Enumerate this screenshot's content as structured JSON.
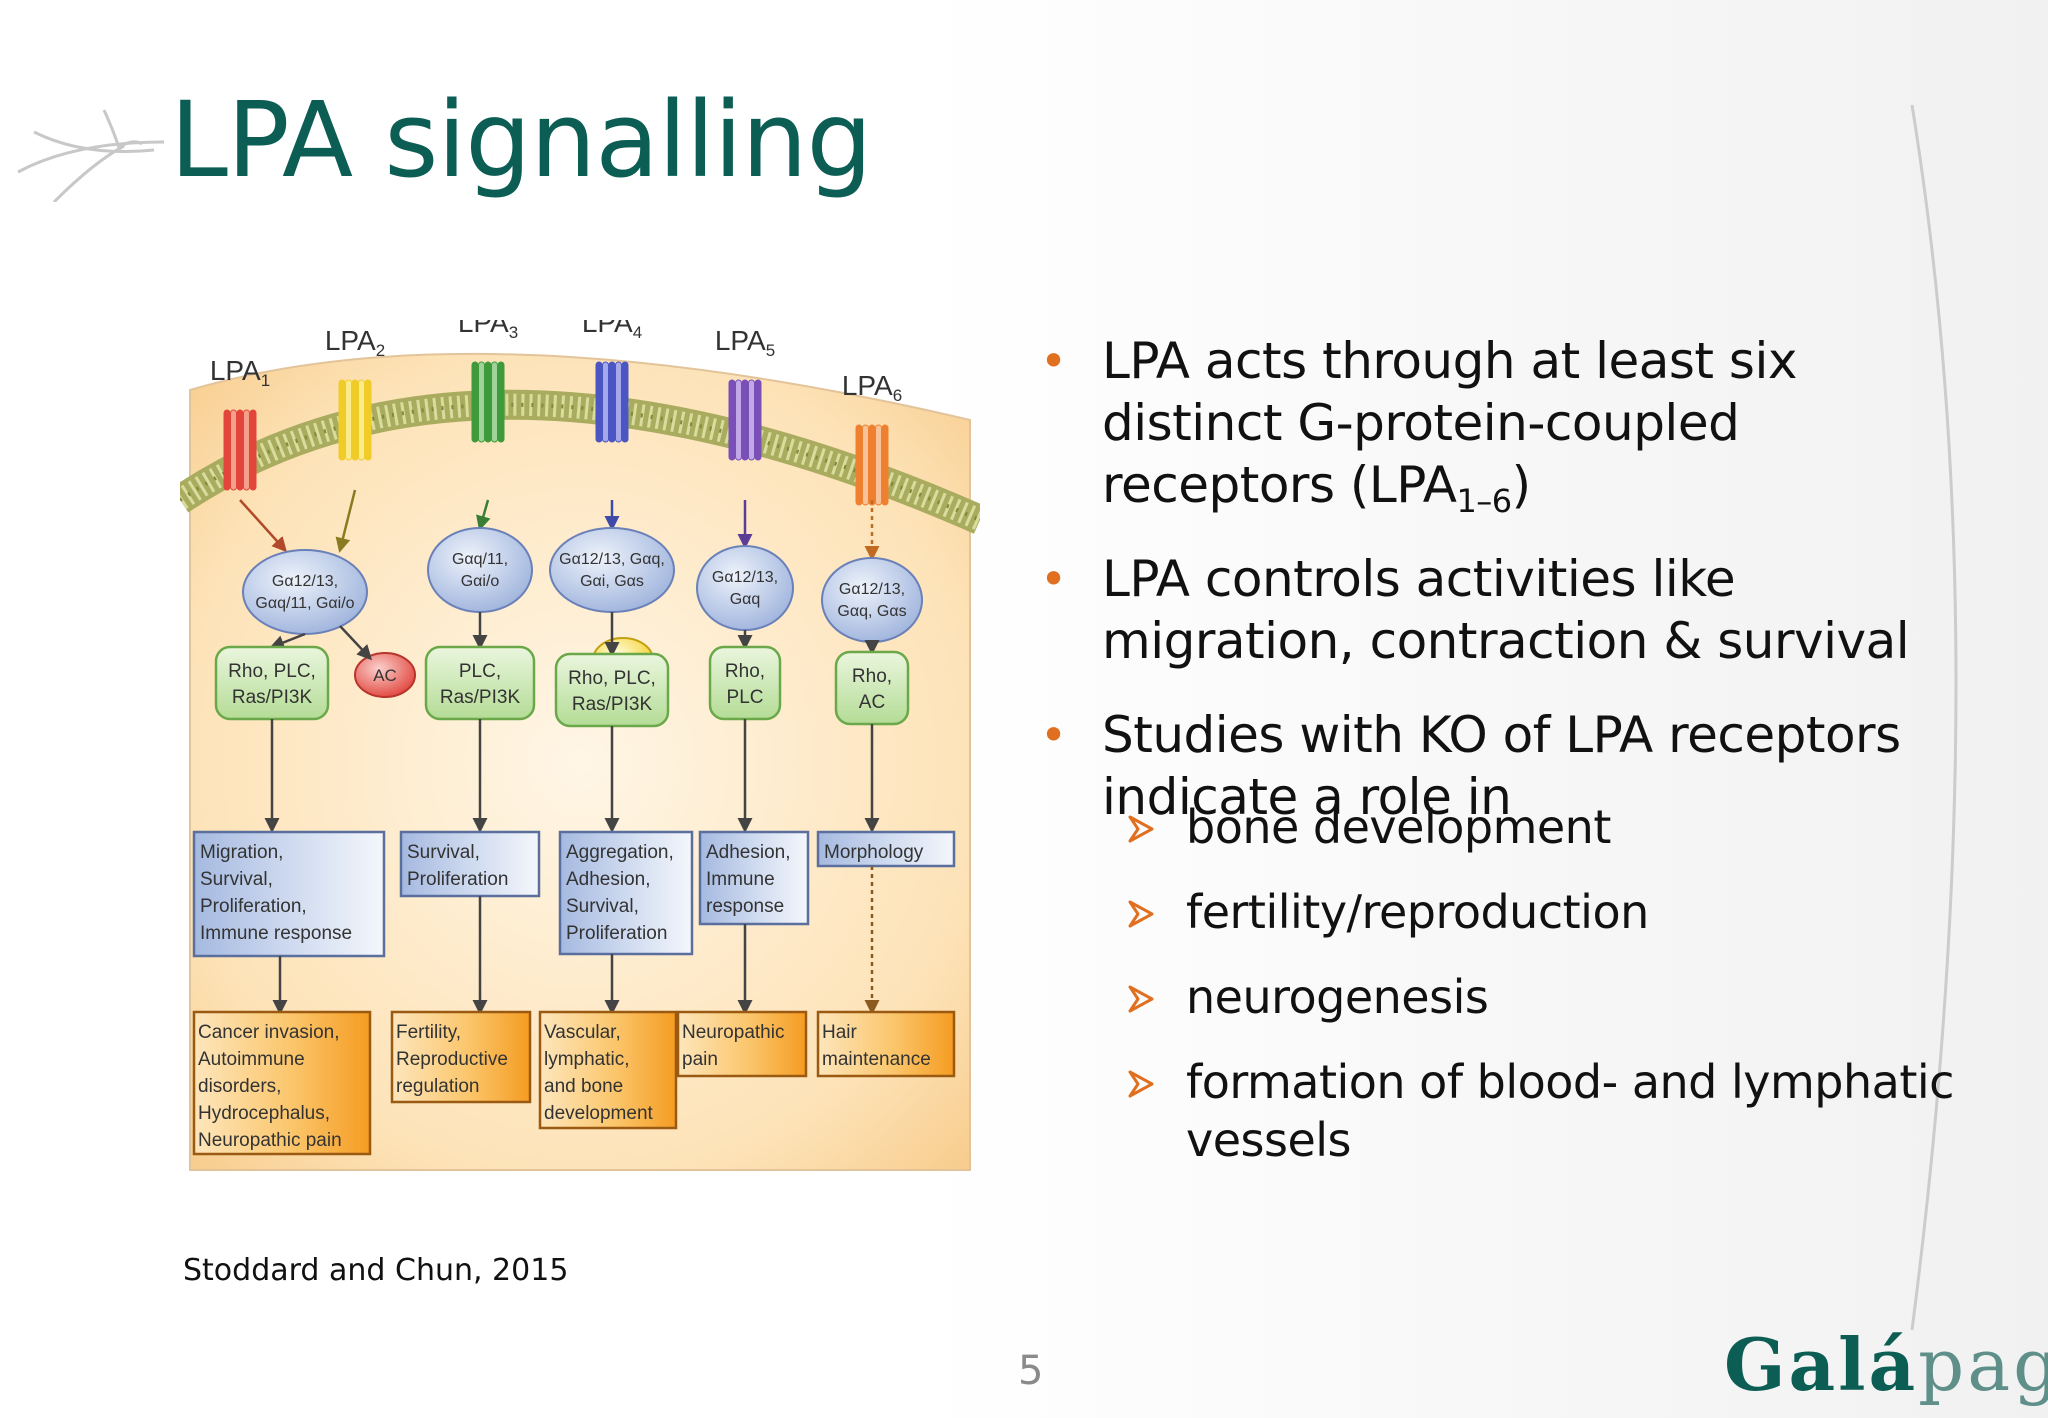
{
  "title": "LPA signalling",
  "bullets": [
    {
      "pre": "LPA acts through at least six distinct G-protein-coupled receptors (LPA",
      "sub": "1–6",
      "post": ")"
    },
    {
      "text": "LPA controls activities like migration, contraction & survival"
    },
    {
      "text": "Studies with KO of LPA receptors indicate a role in"
    }
  ],
  "subitems": [
    "bone development",
    "fertility/reproduction",
    "neurogenesis",
    "formation of blood- and lymphatic vessels"
  ],
  "citation": "Stoddard and Chun, 2015",
  "page_number": "5",
  "logo": {
    "part1": "Gal",
    "part2": "á",
    "part3": "pagos"
  },
  "colors": {
    "title": "#0c5e55",
    "bullet": "#e07020",
    "logo": "#0c5e55"
  },
  "figure": {
    "receptors": [
      {
        "label": "LPA",
        "sub": "1",
        "color": "#e2463b",
        "light": "#f4a08c"
      },
      {
        "label": "LPA",
        "sub": "2",
        "color": "#f0cc28",
        "light": "#fbeb8c"
      },
      {
        "label": "LPA",
        "sub": "3",
        "color": "#3f9a3c",
        "light": "#9fd39a"
      },
      {
        "label": "LPA",
        "sub": "4",
        "color": "#4b56c2",
        "light": "#a3a9ea"
      },
      {
        "label": "LPA",
        "sub": "5",
        "color": "#7a50b8",
        "light": "#c1a8e6"
      },
      {
        "label": "LPA",
        "sub": "6",
        "color": "#ee8030",
        "light": "#f8c39a"
      }
    ],
    "gproteins": [
      [
        "Gα12/13,",
        "Gαq/11, Gαi/o"
      ],
      [
        "Gαq/11,",
        "Gαi/o"
      ],
      [
        "Gα12/13, Gαq,",
        "Gαi, Gαs"
      ],
      [
        "Gα12/13,",
        "Gαq"
      ],
      [
        "Gα12/13,",
        "Gαq, Gαs"
      ]
    ],
    "ac_labels": [
      "AC",
      "AC"
    ],
    "effectors": [
      [
        "Rho, PLC,",
        "Ras/PI3K"
      ],
      [
        "PLC,",
        "Ras/PI3K"
      ],
      [
        "Rho, PLC,",
        "Ras/PI3K"
      ],
      [
        "Rho,",
        "PLC"
      ],
      [
        "Rho,",
        "AC"
      ]
    ],
    "functions": [
      [
        "Migration,",
        "Survival,",
        "Proliferation,",
        "Immune response"
      ],
      [
        "Survival,",
        "Proliferation"
      ],
      [
        "Aggregation,",
        "Adhesion,",
        "Survival,",
        "Proliferation"
      ],
      [
        "Adhesion,",
        "Immune",
        "response"
      ],
      [
        "Morphology"
      ]
    ],
    "outcomes": [
      [
        "Cancer invasion,",
        "Autoimmune",
        "disorders,",
        "Hydrocephalus,",
        "Neuropathic pain"
      ],
      [
        "Fertility,",
        "Reproductive",
        "regulation"
      ],
      [
        "Vascular,",
        "lymphatic,",
        "and bone",
        "development"
      ],
      [
        "Neuropathic",
        "pain"
      ],
      [
        "Hair",
        "maintenance"
      ]
    ]
  }
}
